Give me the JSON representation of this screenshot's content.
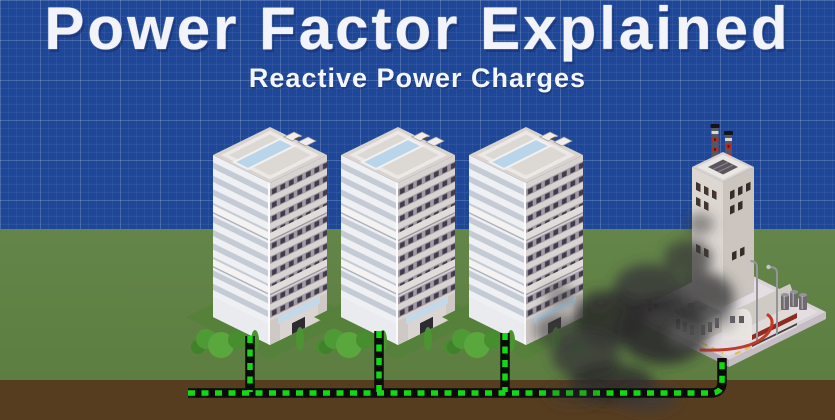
{
  "header": {
    "title": "Power Factor Explained",
    "subtitle": "Reactive Power Charges"
  },
  "scene": {
    "background": {
      "sky": "blueprint grid",
      "ground_bands": [
        "grass",
        "dirt"
      ]
    },
    "objects": [
      {
        "name": "office-tower-1",
        "type": "building-icon",
        "windows": "striped floors",
        "base": "green plot with bushes"
      },
      {
        "name": "office-tower-2",
        "type": "building-icon",
        "windows": "striped floors",
        "base": "green plot with bushes"
      },
      {
        "name": "office-tower-3",
        "type": "building-icon",
        "windows": "striped floors",
        "base": "green plot with bushes"
      },
      {
        "name": "power-plant",
        "type": "factory-icon",
        "features": [
          "tower",
          "two striped chimneys",
          "arched hall",
          "storage tanks",
          "light poles",
          "black smoke"
        ]
      }
    ],
    "cable": {
      "name": "underground-power-cable",
      "style": "black with green dashes",
      "connections": [
        "office-tower-1",
        "office-tower-2",
        "office-tower-3",
        "power-plant"
      ]
    }
  },
  "colors": {
    "blueprint_blue": "#1f4798",
    "grass_green": "#5d7e41",
    "grass_green_light": "#648549",
    "dirt_brown": "#573d20",
    "cable_green": "#12da12",
    "smoke_gray": "#3a3a3a",
    "chimney_red": "#ad3126",
    "skylight_blue": "#b9d5e9"
  }
}
